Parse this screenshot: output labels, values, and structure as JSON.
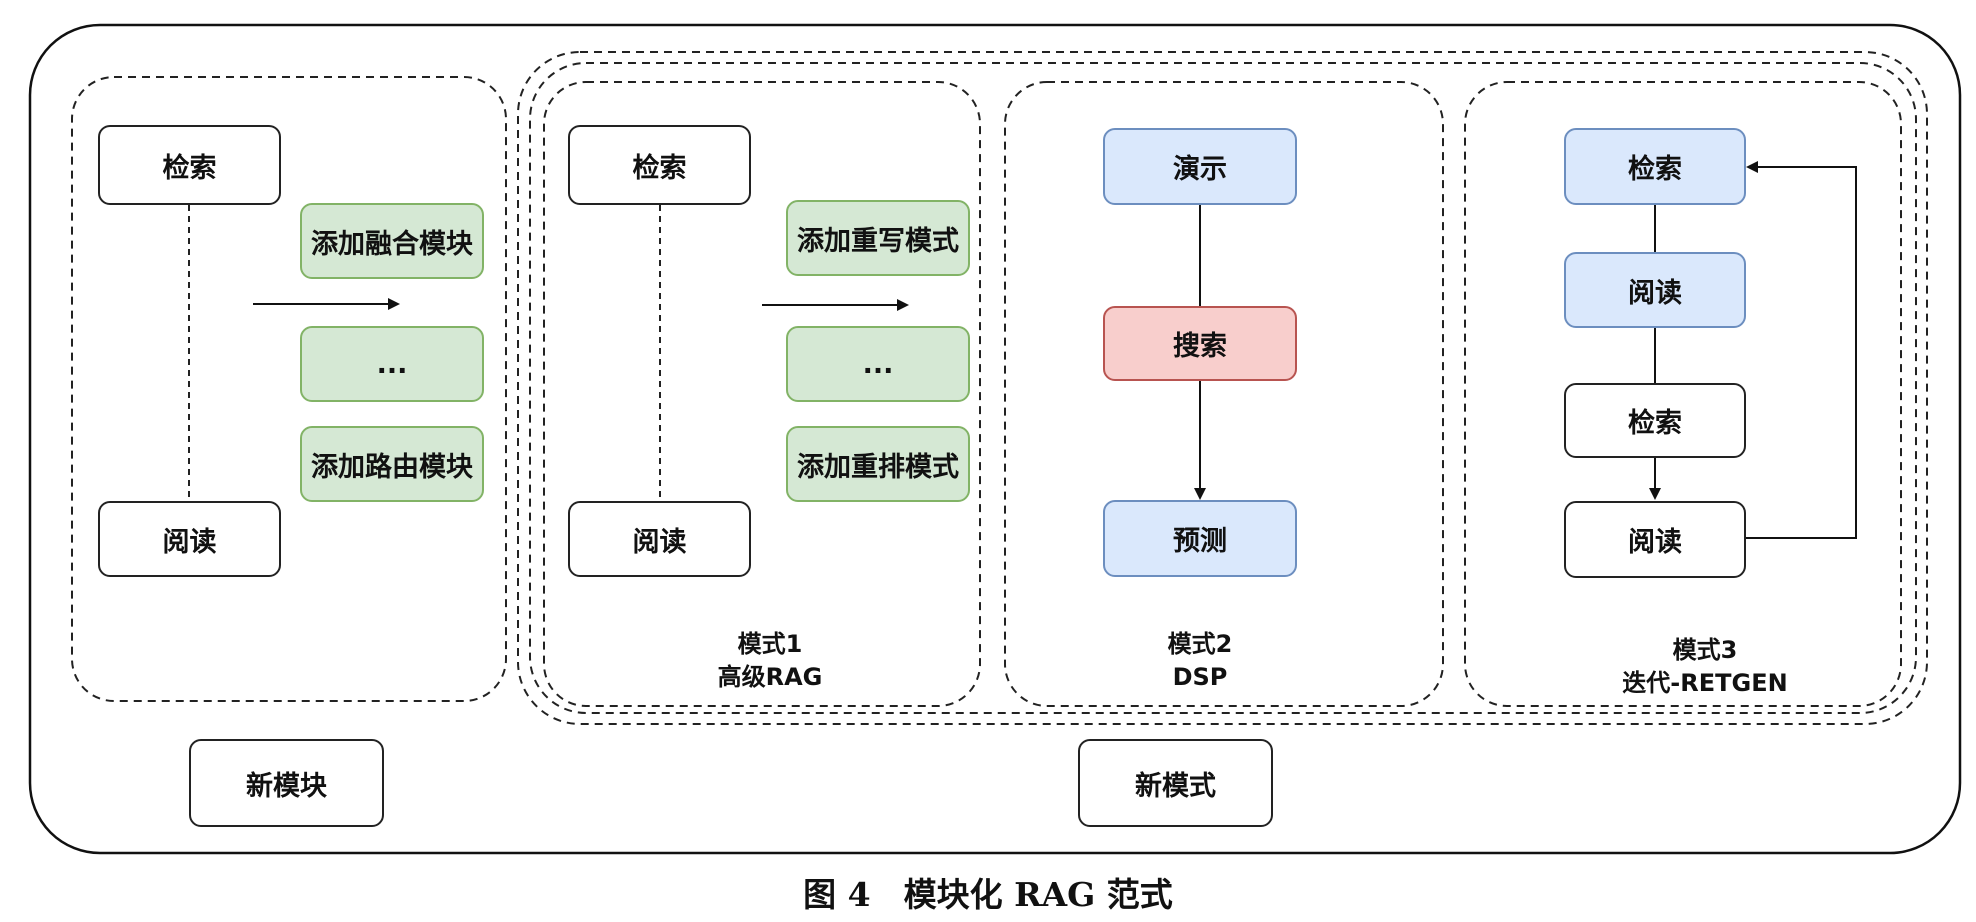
{
  "left_group": {
    "retrieve_box": "检索",
    "read_box": "阅读",
    "add_fusion_module": "添加融合模块",
    "ellipsis": "...",
    "add_routing_module": "添加路由模块",
    "new_module_box": "新模块"
  },
  "mode1": {
    "retrieve_box": "检索",
    "read_box": "阅读",
    "add_rewrite_mode": "添加重写模式",
    "ellipsis": "...",
    "add_rerank_mode": "添加重排模式",
    "caption_line1": "模式1",
    "caption_line2": "高级RAG"
  },
  "mode2": {
    "demo_box": "演示",
    "search_box": "搜索",
    "predict_box": "预测",
    "caption_line1": "模式2",
    "caption_line2": "DSP"
  },
  "mode3": {
    "retrieve_box_1": "检索",
    "read_box_1": "阅读",
    "retrieve_box_2": "检索",
    "read_box_2": "阅读",
    "caption_line1": "模式3",
    "caption_line2": "迭代-RETGEN"
  },
  "new_mode_box": "新模式",
  "figure_title": "图 4　模块化 RAG 范式",
  "colors": {
    "green": "#d5e8d4",
    "blue": "#dae8fc",
    "red": "#f8cecc"
  }
}
